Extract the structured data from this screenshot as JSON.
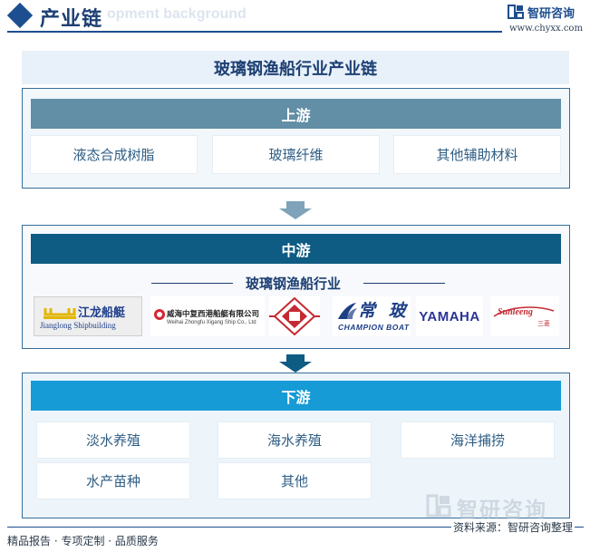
{
  "header": {
    "title": "产业链",
    "watermark": "opment background",
    "brand_name": "智研咨询",
    "brand_url": "www.chyxx.com"
  },
  "main_title": "玻璃钢渔船行业产业链",
  "upstream": {
    "label": "上游",
    "items": [
      "液态合成树脂",
      "玻璃纤维",
      "其他辅助材料"
    ]
  },
  "midstream": {
    "label": "中游",
    "subtitle": "玻璃钢渔船行业",
    "logos": {
      "jianglong": {
        "cn": "江龙船艇",
        "en": "Jianglong Shipbuilding"
      },
      "weihai": {
        "cn": "威海中复西港船艇有限公司",
        "en": "Weihai Zhongfu Xigang Ship Co., Ltd"
      },
      "champion": {
        "cn": "常 玻",
        "en": "CHAMPION BOAT"
      },
      "yamaha": "YAMAHA",
      "sunrise": {
        "en": "Sunleeng",
        "cn": "三菱"
      }
    }
  },
  "downstream": {
    "label": "下游",
    "items": [
      "淡水养殖",
      "海水养殖",
      "海洋捕捞",
      "水产苗种",
      "其他"
    ]
  },
  "footer": {
    "left": "精品报告 · 专项定制 · 品质服务",
    "source": "资料来源：智研咨询整理",
    "watermark": "智研咨询"
  },
  "colors": {
    "brand": "#1d4e8f",
    "upstream_header": "#628ea6",
    "midstream_header": "#0e5b83",
    "downstream_header": "#169bd6"
  }
}
